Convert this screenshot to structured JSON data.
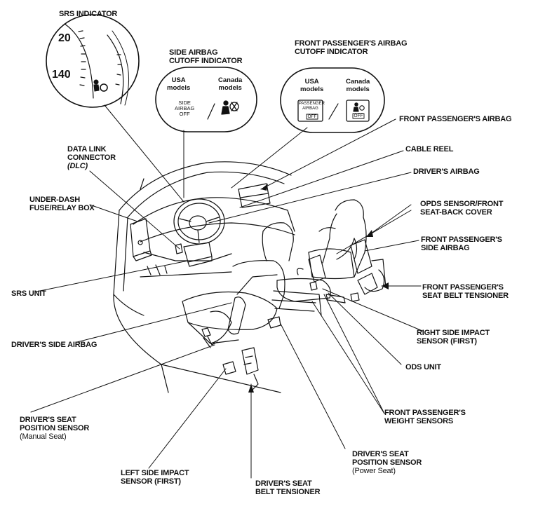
{
  "labels": {
    "srs_indicator": "SRS INDICATOR",
    "side_airbag_cutoff": "SIDE AIRBAG\nCUTOFF INDICATOR",
    "front_pass_cutoff": "FRONT PASSENGER'S AIRBAG\nCUTOFF INDICATOR",
    "front_pass_airbag": "FRONT PASSENGER'S AIRBAG",
    "cable_reel": "CABLE REEL",
    "drivers_airbag": "DRIVER'S AIRBAG",
    "dlc_line1": "DATA LINK",
    "dlc_line2": "CONNECTOR",
    "dlc_line3": "(DLC)",
    "under_dash": "UNDER-DASH\nFUSE/RELAY BOX",
    "opds": "OPDS SENSOR/FRONT\nSEAT-BACK COVER",
    "front_pass_side_airbag": "FRONT PASSENGER'S\nSIDE AIRBAG",
    "front_pass_tensioner": "FRONT PASSENGER'S\nSEAT BELT TENSIONER",
    "srs_unit": "SRS UNIT",
    "right_side_impact": "RIGHT SIDE IMPACT\nSENSOR (FIRST)",
    "drivers_side_airbag": "DRIVER'S SIDE AIRBAG",
    "ods_unit": "ODS UNIT",
    "weight_sensors": "FRONT PASSENGER'S\nWEIGHT SENSORS",
    "seat_pos_manual_main": "DRIVER'S SEAT\nPOSITION SENSOR",
    "seat_pos_manual_sub": "(Manual Seat)",
    "seat_pos_power_main": "DRIVER'S SEAT\nPOSITION SENSOR",
    "seat_pos_power_sub": "(Power Seat)",
    "left_side_impact": "LEFT SIDE IMPACT\nSENSOR (FIRST)",
    "driver_tensioner": "DRIVER'S SEAT\nBELT TENSIONER"
  },
  "gauge": {
    "num_20": "20",
    "num_140": "140"
  },
  "side_cutoff_box": {
    "usa": "USA\nmodels",
    "canada": "Canada\nmodels",
    "indicator_text": "SIDE\nAIRBAG\nOFF"
  },
  "pass_cutoff_box": {
    "usa": "USA\nmodels",
    "canada": "Canada\nmodels",
    "usa_indicator_top": "PASSENGER\nAIRBAG",
    "usa_indicator_off": "OFF",
    "canada_indicator_off": "OFF"
  }
}
